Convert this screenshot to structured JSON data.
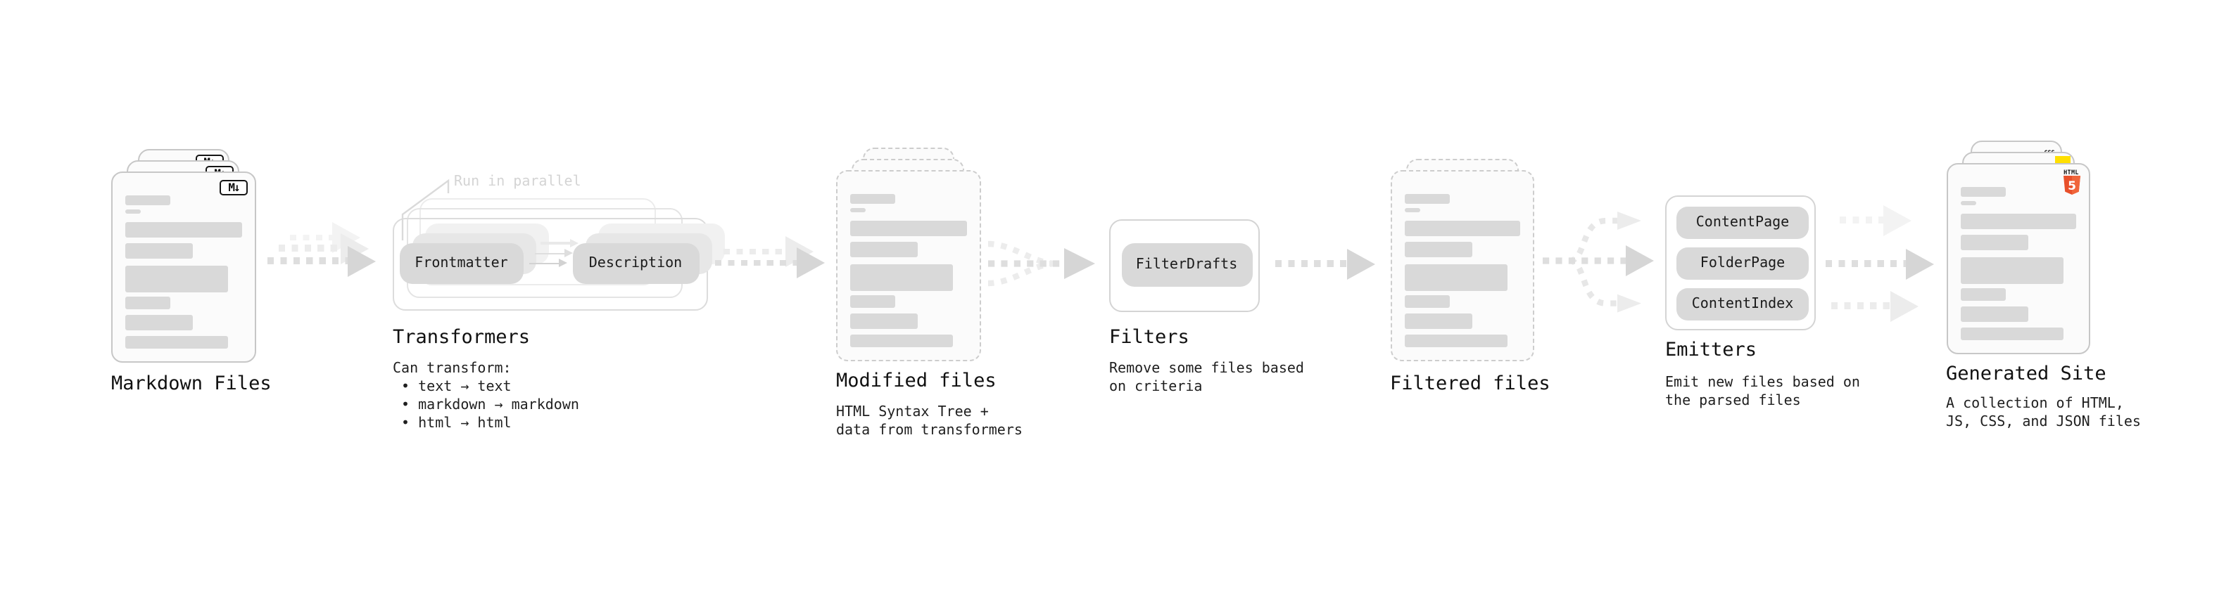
{
  "stages": [
    {
      "label": "Markdown Files"
    },
    {
      "label": "Transformers",
      "annotation": "Run in parallel",
      "pills": [
        "Frontmatter",
        "Description"
      ],
      "desc": "Can transform:\n • text → text\n • markdown → markdown\n • html → html"
    },
    {
      "label": "Modified files",
      "desc": "HTML Syntax Tree +\ndata from transformers"
    },
    {
      "label": "Filters",
      "pills": [
        "FilterDrafts"
      ],
      "desc": "Remove some files based\non criteria"
    },
    {
      "label": "Filtered files"
    },
    {
      "label": "Emitters",
      "pills": [
        "ContentPage",
        "FolderPage",
        "ContentIndex"
      ],
      "desc": "Emit new files based on\nthe parsed files"
    },
    {
      "label": "Generated Site",
      "desc": "A collection of HTML,\nJS, CSS, and JSON files"
    }
  ],
  "badges": {
    "markdown": "M↓",
    "html_label": "HTML",
    "html_number": "5",
    "css_label": "CSS"
  },
  "colors": {
    "bar_gray": "#d9d9d9",
    "html5_orange": "#e8502b",
    "js_yellow": "#ffdf00",
    "css_blue": "#2f6fe8",
    "annotation_gray": "#d4d4d4",
    "arrow_gray": "#dedede"
  }
}
